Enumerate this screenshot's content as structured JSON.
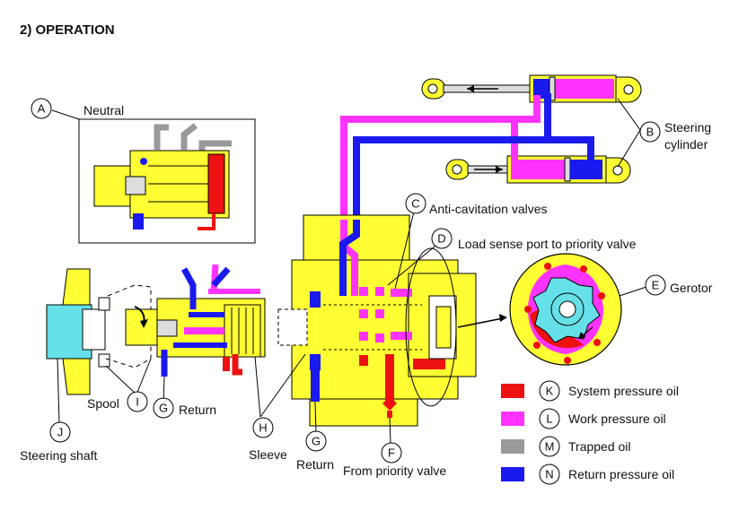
{
  "title": "2) OPERATION",
  "colors": {
    "yellow": "#ffff33",
    "red": "#ee1111",
    "magenta": "#ff33ff",
    "gray": "#999999",
    "blue": "#1a1aee",
    "cyan": "#66e0e8"
  },
  "callouts": {
    "A": {
      "letter": "A",
      "text": "Neutral"
    },
    "B": {
      "letter": "B",
      "text_line1": "Steering",
      "text_line2": "cylinder"
    },
    "C": {
      "letter": "C",
      "text": "Anti-cavitation valves"
    },
    "D": {
      "letter": "D",
      "text": "Load sense port to priority valve"
    },
    "E": {
      "letter": "E",
      "text": "Gerotor"
    },
    "F": {
      "letter": "F",
      "text": "From priority valve"
    },
    "G1": {
      "letter": "G",
      "text": "Return"
    },
    "G2": {
      "letter": "G",
      "text": "Return"
    },
    "H": {
      "letter": "H",
      "text": "Sleeve"
    },
    "I": {
      "letter": "I",
      "text": "Spool"
    },
    "J": {
      "letter": "J",
      "text": "Steering shaft"
    }
  },
  "legend": [
    {
      "letter": "K",
      "label": "System pressure oil",
      "color": "#ee1111"
    },
    {
      "letter": "L",
      "label": "Work pressure oil",
      "color": "#ff33ff"
    },
    {
      "letter": "M",
      "label": "Trapped oil",
      "color": "#999999"
    },
    {
      "letter": "N",
      "label": "Return pressure oil",
      "color": "#1a1aee"
    }
  ]
}
